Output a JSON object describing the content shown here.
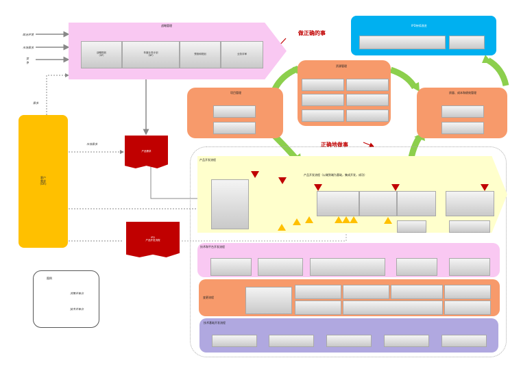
{
  "left_labels": {
    "a": "政治环境",
    "b": "市场需求",
    "c": "竞",
    "c2": "争",
    "demand": "需求"
  },
  "strategy": {
    "title": "战略管理",
    "items": [
      "战略规划\n（SP）",
      "年度业务计划\n（BP）",
      "预测和规划",
      "业务评审"
    ]
  },
  "do_right": "做正确的事",
  "do_rightly": "正确地做事",
  "ipd_label": "IPD持续改进",
  "ipd_items": [
    "",
    ""
  ],
  "resource": {
    "title": "资源管理",
    "items": [
      "",
      "",
      "",
      "",
      "",
      ""
    ]
  },
  "project": {
    "title": "项目管理",
    "items": [
      "",
      ""
    ]
  },
  "quality": {
    "title": "质量、成本和绩效管理",
    "items": [
      "",
      ""
    ]
  },
  "customer": "客户\n需求\n(OR)",
  "doc_demand": "产品需求",
  "doc_label": "市场需求",
  "doc_ipd": "IPD\n产品开发流程",
  "flow": {
    "title": "产品开发流程",
    "sub": "产品开发流程（以端到端为基础，集成开发，成功）",
    "stage0": "",
    "stages": [
      "",
      "",
      "",
      "",
      "",
      "",
      ""
    ],
    "launch": "",
    "sub_boxes": [
      "",
      ""
    ]
  },
  "tech": {
    "title": "技术和平台开发流程",
    "items": [
      "",
      "",
      "",
      "",
      ""
    ]
  },
  "change": {
    "title": "变更流程",
    "items": [
      "",
      "",
      "",
      "",
      "",
      "",
      "",
      "",
      ""
    ]
  },
  "base": {
    "title": "技术基础开发流程",
    "items": [
      "",
      "",
      "",
      "",
      ""
    ]
  },
  "legend": {
    "title": "图例",
    "decision": "决策评审点",
    "tech": "技术评审点"
  },
  "colors": {
    "pink": "#f9c8f2",
    "orange": "#f79a6b",
    "yellow": "#ffc000",
    "blue": "#00b0f0",
    "green": "#8ccf4d",
    "red": "#c00000",
    "purple": "#b0a8e0",
    "flow_bg": "#ffffcc"
  }
}
